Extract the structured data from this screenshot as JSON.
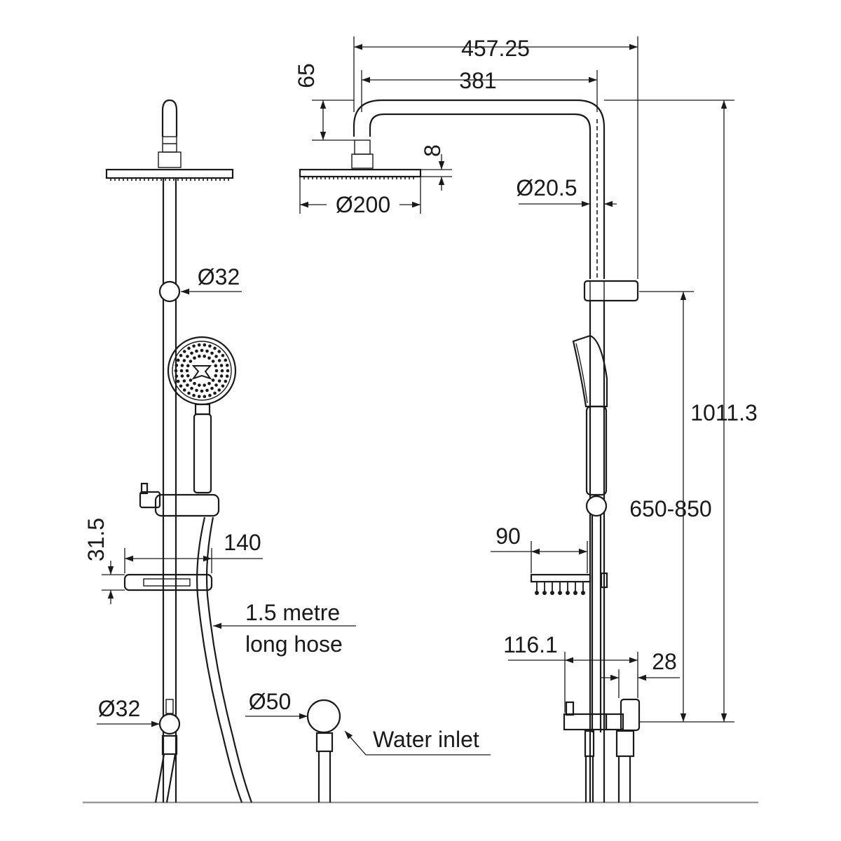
{
  "dimensions": {
    "overall_width": "457.25",
    "arm_width": "381",
    "arm_drop": "65",
    "head_thickness": "8",
    "head_diameter": "Ø200",
    "rail_diameter": "Ø20.5",
    "upper_joint_diameter": "Ø32",
    "soap_dish_height": "31.5",
    "soap_dish_width": "140",
    "overall_height": "1011.3",
    "slide_range": "650-850",
    "hook_depth": "90",
    "outlet_depth": "116.1",
    "outlet_offset": "28",
    "lower_joint_diameter": "Ø32",
    "inlet_diameter": "Ø50"
  },
  "callouts": {
    "hose_line_1": "1.5 metre",
    "hose_line_2": "long hose",
    "water_inlet": "Water inlet"
  },
  "colors": {
    "ink": "#1a1a1a",
    "background": "#ffffff"
  }
}
